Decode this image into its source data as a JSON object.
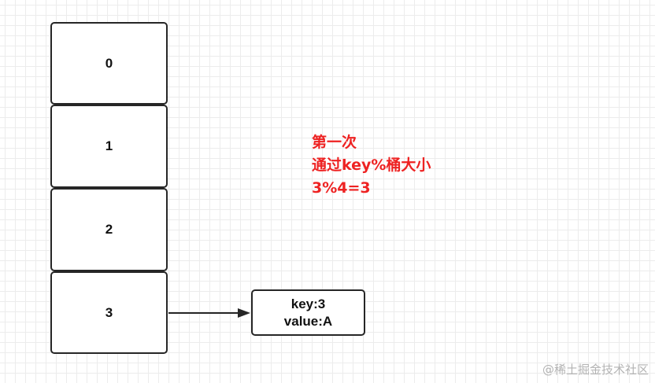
{
  "buckets": [
    {
      "label": "0"
    },
    {
      "label": "1"
    },
    {
      "label": "2"
    },
    {
      "label": "3"
    }
  ],
  "entry": {
    "key_line": "key:3",
    "value_line": "value:A"
  },
  "note": {
    "line1": "第一次",
    "line2": "通过key%桶大小",
    "line3": "3%4=3",
    "color": "#ee2222"
  },
  "watermark": "@稀土掘金技术社区"
}
